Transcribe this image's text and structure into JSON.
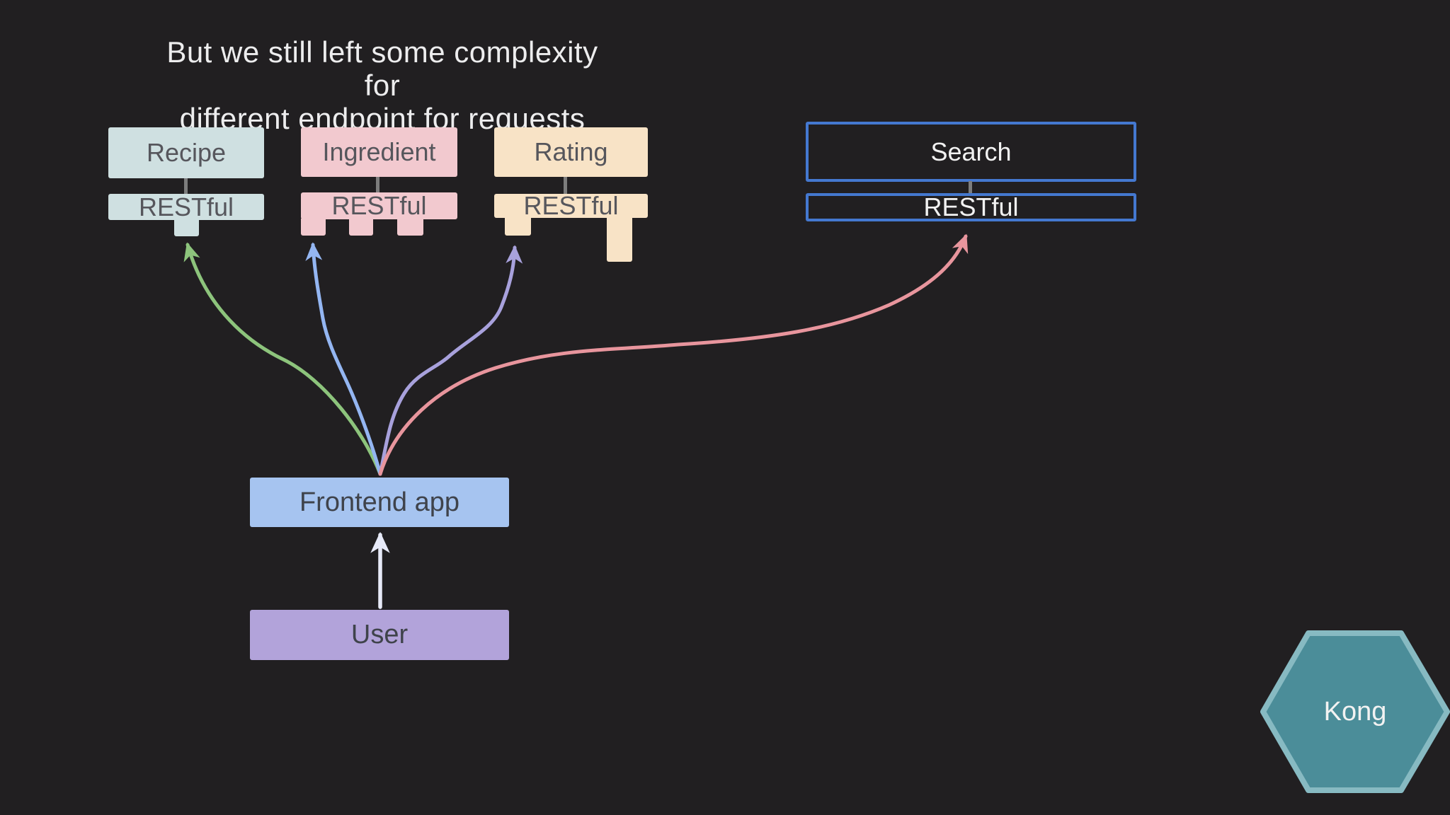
{
  "canvas": {
    "background": "#211F21"
  },
  "title": {
    "line1": "But we still left some complexity for",
    "line2": "different endpoint for requests",
    "color": "#EDEDEE"
  },
  "services": {
    "recipe": {
      "label": "Recipe",
      "restful_label": "RESTful",
      "fill": "#CFE0E1",
      "text_color": "#56565C"
    },
    "ingredient": {
      "label": "Ingredient",
      "restful_label": "RESTful",
      "fill": "#F2C9CF",
      "text_color": "#56565C"
    },
    "rating": {
      "label": "Rating",
      "restful_label": "RESTful",
      "fill": "#F8E3C6",
      "text_color": "#56565C"
    },
    "search": {
      "label": "Search",
      "restful_label": "RESTful",
      "border_color": "#4478D0",
      "text_color": "#F2F2F2"
    }
  },
  "frontend": {
    "label": "Frontend app",
    "fill": "#A6C4F0",
    "text_color": "#3F434B"
  },
  "user": {
    "label": "User",
    "fill": "#B2A3DA",
    "text_color": "#3F434B"
  },
  "gateway": {
    "label": "Kong",
    "fill": "#4B8D99",
    "border_color": "#87BAC2",
    "text_color": "#F2F2F2"
  },
  "arrows": {
    "connector_color": "#7D7D7D",
    "frontend_to_recipe": {
      "color": "#8DC47C"
    },
    "frontend_to_ingredient": {
      "color": "#94B6F2"
    },
    "frontend_to_rating": {
      "color": "#A8A1DC"
    },
    "frontend_to_search": {
      "color": "#E8959D"
    },
    "user_to_frontend": {
      "color": "#E7EAF8"
    }
  }
}
